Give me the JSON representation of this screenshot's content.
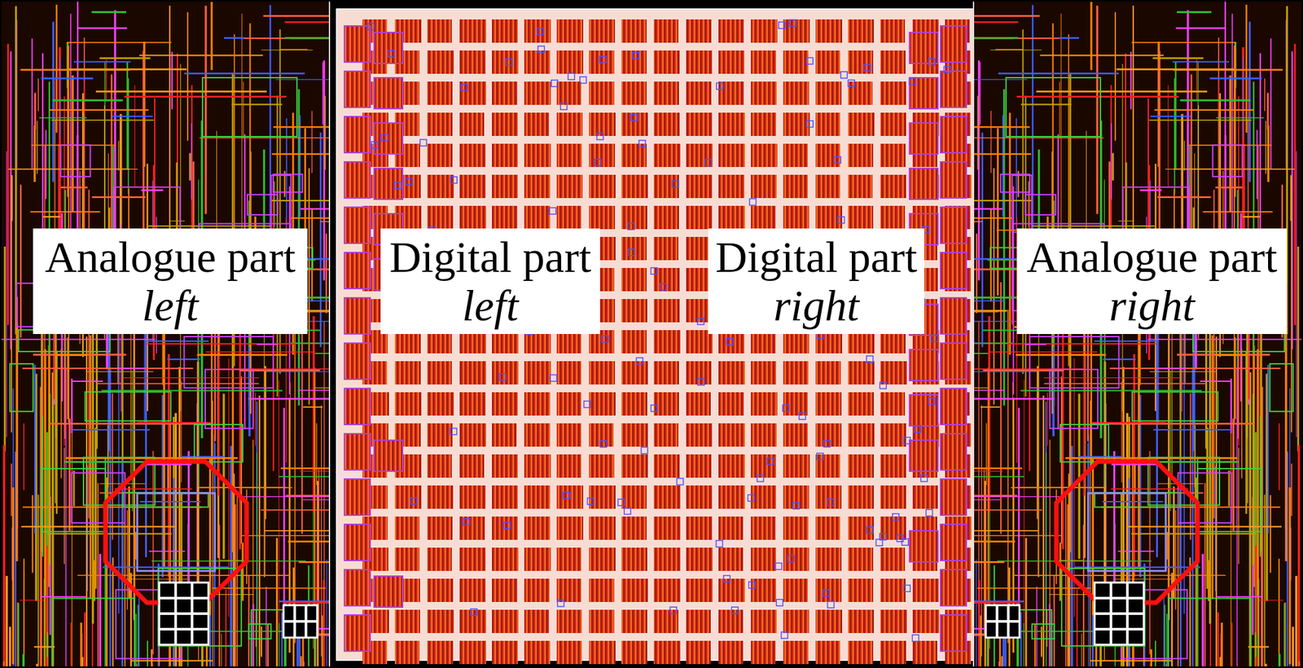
{
  "diagram": {
    "nodes": [
      {
        "text": [
          "Analogue part",
          "left"
        ]
      },
      {
        "text": [
          "Digital part",
          "left"
        ]
      },
      {
        "text": [
          "Digital part",
          "right"
        ]
      },
      {
        "text": [
          "Analogue part",
          "right"
        ]
      }
    ]
  }
}
